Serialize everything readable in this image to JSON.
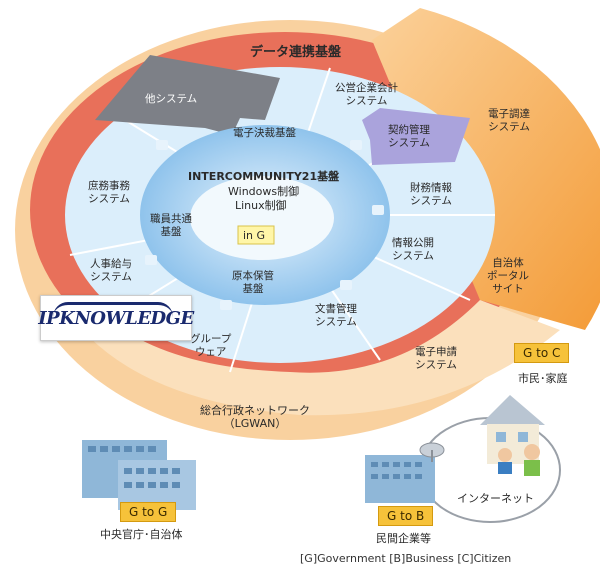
{
  "outer_ring": "データ連携基盤",
  "core": {
    "title": "INTERCOMMUNITY21基盤",
    "line1": "Windows制御",
    "line2": "Linux制御",
    "badge": "in G"
  },
  "middle": {
    "e_decision": "電子決裁基盤",
    "staff_common": [
      "職員共通",
      "基盤"
    ],
    "original_storage": [
      "原本保管",
      "基盤"
    ]
  },
  "systems": {
    "other": "他システム",
    "public_enterprise": [
      "公営企業会計",
      "システム"
    ],
    "contract": [
      "契約管理",
      "システム"
    ],
    "procurement": [
      "電子調達",
      "システム"
    ],
    "finance": [
      "財務情報",
      "システム"
    ],
    "info_disclosure": [
      "情報公開",
      "システム"
    ],
    "portal": [
      "自治体",
      "ポータル",
      "サイト"
    ],
    "documents": [
      "文書管理",
      "システム"
    ],
    "application": [
      "電子申請",
      "システム"
    ],
    "groupware": [
      "グループ",
      "ウェア"
    ],
    "personnel": [
      "人事給与",
      "システム"
    ],
    "general_affairs": [
      "庶務事務",
      "システム"
    ]
  },
  "network": [
    "総合行政ネットワーク",
    "（LGWAN）"
  ],
  "logo_text": "IPKNOWLEDGE",
  "g_to_g": {
    "tag": "G to G",
    "caption": "中央官庁･自治体"
  },
  "g_to_b": {
    "tag": "G to B",
    "caption": "民間企業等"
  },
  "g_to_c": {
    "tag": "G to C",
    "caption": "市民･家庭"
  },
  "internet": "インターネット",
  "legend": "[G]Government [B]Business [C]Citizen",
  "colors": {
    "outer_red": "#e8705a",
    "outer_orange": "#f6a845",
    "lgwan": "#f8c88a",
    "inner_blue": "#9fcdf0",
    "inner_light": "#d6ecfb",
    "core_yellow": "#fff6a8",
    "tag_yellow": "#f6c23a",
    "gray_block": "#7d8087",
    "purple_block": "#a9a3dc"
  }
}
